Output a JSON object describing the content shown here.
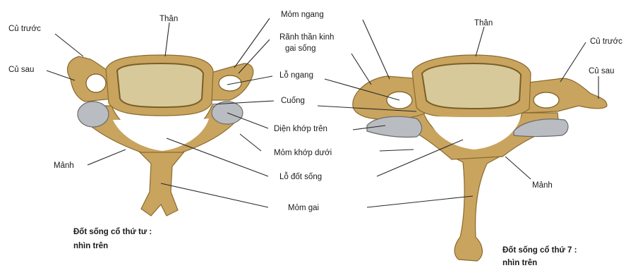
{
  "left_vertebra": {
    "labels": {
      "cu_truoc": "Củ trước",
      "cu_sau": "Củ sau",
      "than": "Thân",
      "manh": "Mảnh"
    },
    "caption_line1": "Đốt sống cổ thứ tư :",
    "caption_line2": "nhìn trên"
  },
  "center_labels": {
    "mom_ngang": "Mỏm ngang",
    "ranh_line1": "Rãnh thần kinh",
    "ranh_line2": "gai sống",
    "lo_ngang": "Lỗ ngang",
    "cuong": "Cuống",
    "dien_khop_tren": "Diện khớp trên",
    "mom_khop_duoi": "Mỏm khớp dưới",
    "lo_dot_song": "Lỗ đốt sống",
    "mom_gai": "Mỏm gai"
  },
  "right_vertebra": {
    "labels": {
      "than": "Thân",
      "cu_truoc": "Củ trước",
      "cu_sau": "Củ sau",
      "manh": "Mảnh"
    },
    "caption_line1": "Đốt sống cổ thứ 7 :",
    "caption_line2": "nhìn trên"
  }
}
